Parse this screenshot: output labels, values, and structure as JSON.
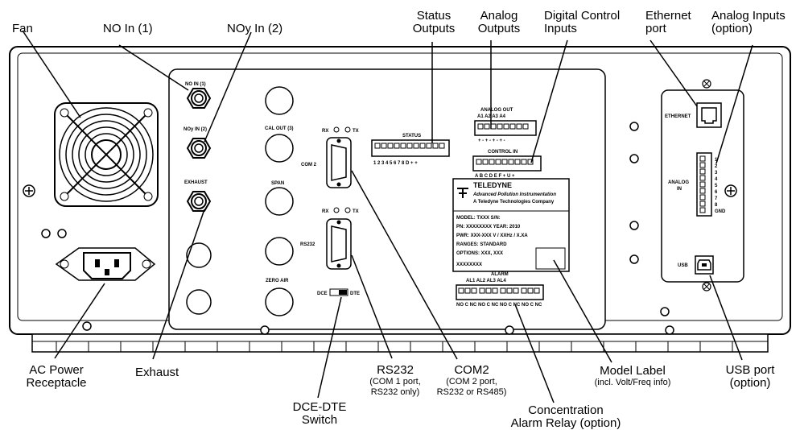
{
  "callouts": {
    "fan": "Fan",
    "no_in": "NO In (1)",
    "noy_in": "NOy In (2)",
    "status_outputs": [
      "Status",
      "Outputs"
    ],
    "analog_outputs": [
      "Analog",
      "Outputs"
    ],
    "digital_control": [
      "Digital Control",
      "Inputs"
    ],
    "ethernet": [
      "Ethernet",
      "port"
    ],
    "analog_inputs": [
      "Analog Inputs",
      "(option)"
    ],
    "ac_power": [
      "AC Power",
      "Receptacle"
    ],
    "exhaust": "Exhaust",
    "rs232": [
      "RS232",
      "(COM 1 port,",
      "RS232 only)"
    ],
    "com2": [
      "COM2",
      "(COM 2 port,",
      "RS232 or RS485)"
    ],
    "dce_dte": [
      "DCE-DTE",
      "Switch"
    ],
    "model_label": [
      "Model Label",
      "(incl. Volt/Freq info)"
    ],
    "usb_port": [
      "USB port",
      "(option)"
    ],
    "alarm_relay": [
      "Concentration",
      "Alarm Relay (option)"
    ]
  },
  "panel": {
    "no_in_label": "NO IN (1)",
    "noy_in_label": "NOy IN (2)",
    "exhaust_label": "EXHAUST",
    "cal_out_label": "CAL OUT (3)",
    "span_label": "SPAN",
    "zero_air_label": "ZERO AIR",
    "rx": "RX",
    "tx": "TX",
    "com2_label": "COM 2",
    "rs232_label": "RS232",
    "dce": "DCE",
    "dte": "DTE",
    "status_title": "STATUS",
    "status_pins": "1 2 3 4 5 6 7 8 D   + +",
    "analog_out_title": "ANALOG OUT",
    "analog_out_pins": "A1  A2  A3  A4",
    "analog_out_signs": "+  -  +  -  +  -  +  -",
    "control_in_title": "CONTROL IN",
    "control_in_pins": "A B C D E F + U +",
    "alarm_title": "ALARM",
    "alarm_pins": "AL1  AL2  AL3  AL4",
    "alarm_contacts": "NO C NC NO C NC NO C NC NO C NC",
    "ethernet_label": "ETHERNET",
    "analog_in_label": [
      "ANALOG",
      "IN"
    ],
    "analog_in_pins": [
      "1",
      "2",
      "3",
      "4",
      "5",
      "6",
      "7",
      "8",
      "GND"
    ],
    "usb_label": "USB"
  },
  "model_label": {
    "brand": "TELEDYNE",
    "tagline": "Advanced Pollution Instrumentation",
    "subtitle": "A Teledyne Technologies Company",
    "model": "MODEL: TXXX   S/N:",
    "pn": "PN: XXXXXXXX    YEAR:  2010",
    "pwr": "PWR:  XXX-XXX V / XXHz / X.XA",
    "ranges": "RANGES:  STANDARD",
    "options": "OPTIONS: XXX, XXX",
    "code": "XXXXXXXX"
  },
  "colors": {
    "line": "#000000",
    "panel_fill": "#ffffff",
    "chassis_fill": "#f2f2f2"
  }
}
